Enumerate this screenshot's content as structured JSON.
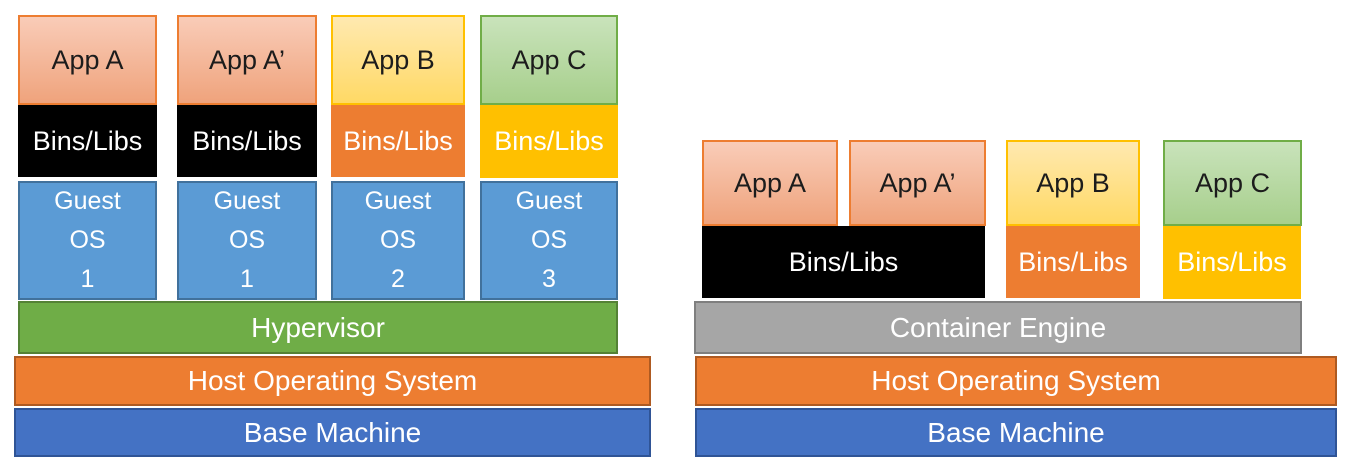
{
  "diagram": {
    "left": {
      "columns": [
        {
          "app": "App A",
          "bins": "Bins/Libs",
          "guest_line1": "Guest",
          "guest_line2": "OS",
          "guest_line3": "1"
        },
        {
          "app": "App A’",
          "bins": "Bins/Libs",
          "guest_line1": "Guest",
          "guest_line2": "OS",
          "guest_line3": "1"
        },
        {
          "app": "App B",
          "bins": "Bins/Libs",
          "guest_line1": "Guest",
          "guest_line2": "OS",
          "guest_line3": "2"
        },
        {
          "app": "App C",
          "bins": "Bins/Libs",
          "guest_line1": "Guest",
          "guest_line2": "OS",
          "guest_line3": "3"
        }
      ],
      "hypervisor": "Hypervisor",
      "host_os": "Host Operating System",
      "base_machine": "Base Machine"
    },
    "right": {
      "apps": [
        {
          "label": "App A"
        },
        {
          "label": "App A’"
        },
        {
          "label": "App B"
        },
        {
          "label": "App C"
        }
      ],
      "shared_bins": "Bins/Libs",
      "bins_b": "Bins/Libs",
      "bins_c": "Bins/Libs",
      "container_engine": "Container Engine",
      "host_os": "Host Operating System",
      "base_machine": "Base Machine"
    },
    "colors": {
      "app_a_fill_top": "#F9CCB8",
      "app_a_fill_bottom": "#EFA37C",
      "app_a_border": "#ED7D31",
      "app_b_fill_top": "#FFE9B0",
      "app_b_fill_bottom": "#FFD965",
      "app_b_border": "#FFC000",
      "app_c_fill_top": "#C9E3BB",
      "app_c_fill_bottom": "#A7CF8C",
      "app_c_border": "#70AD47",
      "bins_black": "#000000",
      "bins_orange": "#ED7D31",
      "bins_yellow": "#FFC000",
      "guest_os_fill": "#5B9BD5",
      "guest_os_border": "#41719C",
      "hypervisor_fill": "#6FAD47",
      "host_os_fill": "#ED7D31",
      "base_machine_fill": "#4472C4",
      "container_engine_fill": "#A6A6A6",
      "label_light": "#FFFFFF",
      "label_dark": "#1C1C1C"
    }
  }
}
